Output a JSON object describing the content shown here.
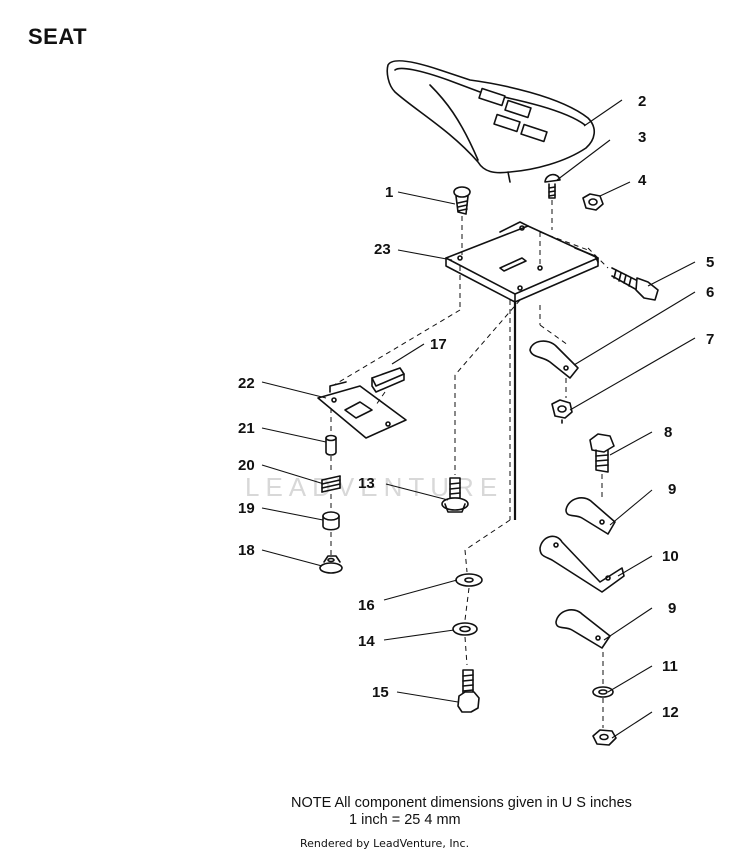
{
  "title": "SEAT",
  "watermark": "LEADVENTURE",
  "callouts": {
    "c1": "1",
    "c2": "2",
    "c3": "3",
    "c4": "4",
    "c5": "5",
    "c6": "6",
    "c7": "7",
    "c8": "8",
    "c9a": "9",
    "c9b": "9",
    "c10": "10",
    "c11": "11",
    "c12": "12",
    "c13": "13",
    "c14": "14",
    "c15": "15",
    "c16": "16",
    "c17": "17",
    "c18": "18",
    "c19": "19",
    "c20": "20",
    "c21": "21",
    "c22": "22",
    "c23": "23"
  },
  "note": {
    "line1": "NOTE   All component dimensions given in U S  inches",
    "line2": "1 inch = 25 4 mm"
  },
  "footer": "Rendered by LeadVenture, Inc."
}
